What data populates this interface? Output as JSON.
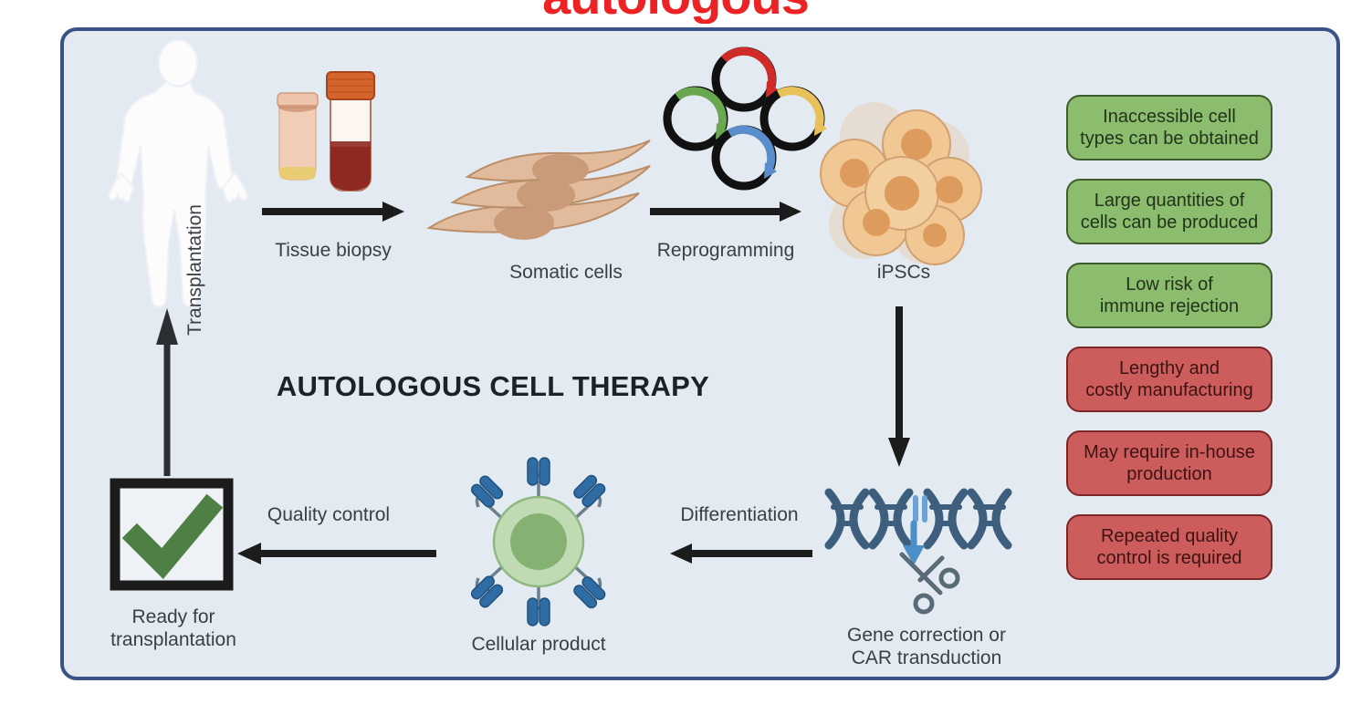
{
  "heading": {
    "text": "autologous",
    "color": "#ec2224"
  },
  "panel": {
    "border_color": "#3a5386",
    "background_color": "#e4eaf2",
    "title": "AUTOLOGOUS CELL THERAPY"
  },
  "flow": {
    "steps": [
      {
        "name": "patient",
        "label": ""
      },
      {
        "name": "tissue-biopsy",
        "label": "Tissue biopsy"
      },
      {
        "name": "somatic-cells",
        "label": "Somatic cells"
      },
      {
        "name": "reprogramming",
        "label": "Reprogramming"
      },
      {
        "name": "ipscs",
        "label": "iPSCs"
      },
      {
        "name": "gene-correction",
        "label": "Gene correction or\nCAR transduction"
      },
      {
        "name": "differentiation",
        "label": "Differentiation"
      },
      {
        "name": "cellular-product",
        "label": "Cellular product"
      },
      {
        "name": "quality-control",
        "label": "Quality control"
      },
      {
        "name": "ready",
        "label": "Ready for\ntransplantation"
      },
      {
        "name": "transplantation",
        "label": "Transplantation"
      }
    ]
  },
  "advantages": {
    "color": "#8cbd6f",
    "border_color": "#3d5c2c",
    "items": [
      "Inaccessible cell\ntypes can be obtained",
      "Large quantities of\ncells can be produced",
      "Low risk of\nimmune rejection"
    ]
  },
  "disadvantages": {
    "color": "#cd5c5c",
    "border_color": "#7d2626",
    "items": [
      "Lengthy and\ncostly manufacturing",
      "May require in-house\nproduction",
      "Repeated quality\ncontrol is required"
    ]
  },
  "icons": {
    "patient": "human-body-icon",
    "biopsy": "specimen-tube-icon",
    "somatic": "fibroblast-cells-icon",
    "plasmids": "plasmid-vectors-icon",
    "ipsc": "ipsc-colony-icon",
    "dna": "dna-scissors-icon",
    "cart": "car-t-cell-icon",
    "check": "check-box-icon"
  },
  "plasmid_colors": [
    "#cf2b28",
    "#6aa84f",
    "#e8c15a",
    "#5a8ecb"
  ]
}
